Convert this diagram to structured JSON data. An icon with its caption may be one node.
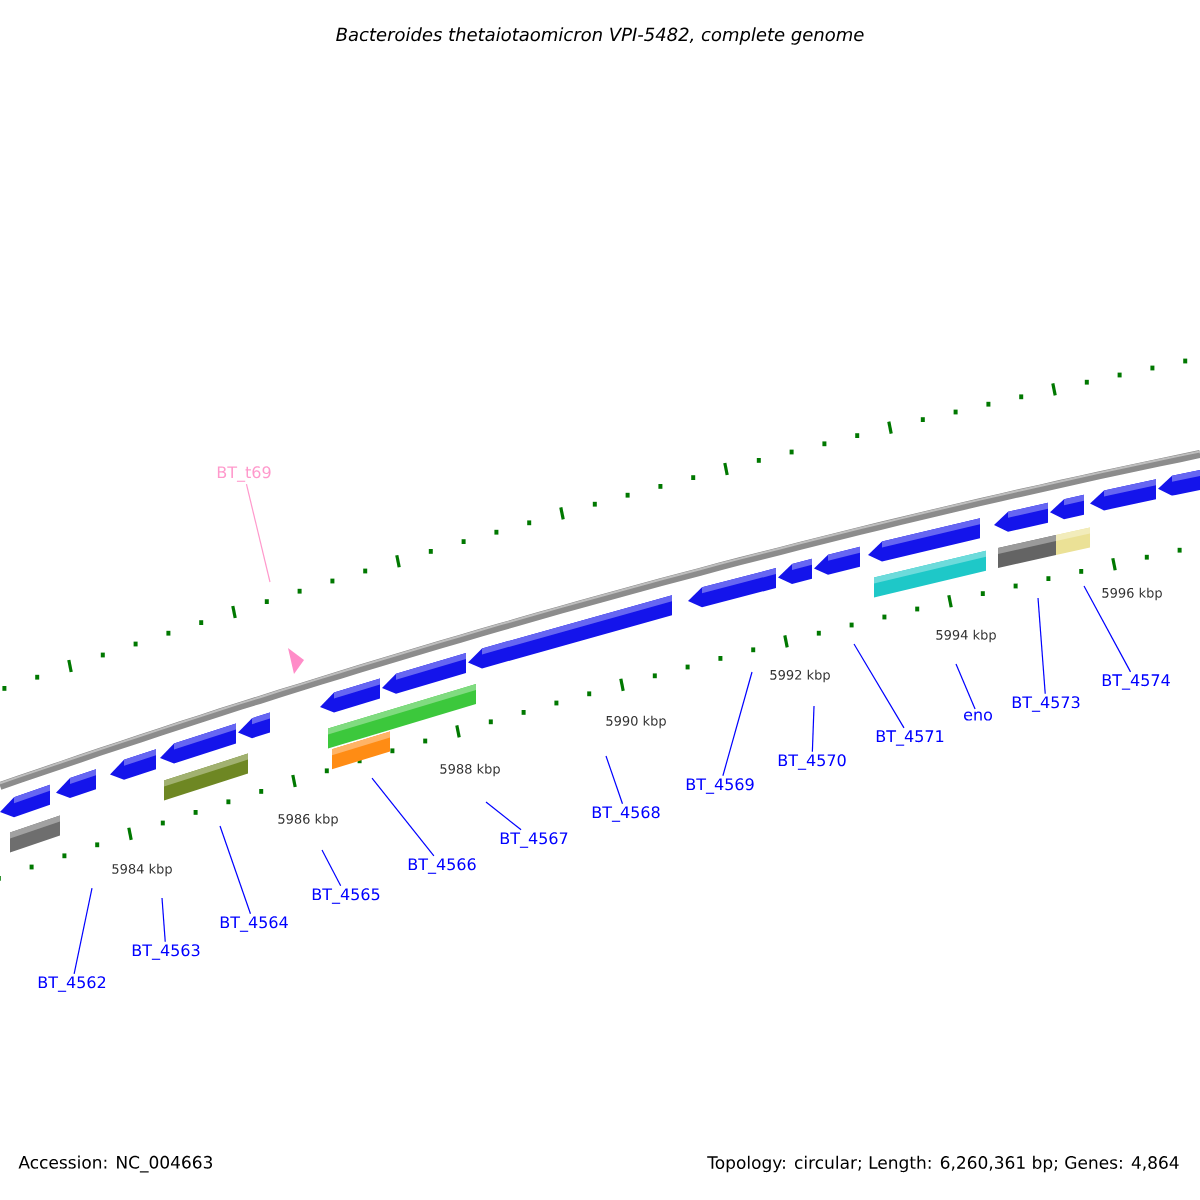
{
  "diagram": {
    "title": "Bacteroides thetaiotaomicron VPI-5482, complete genome",
    "nodes": [
      {
        "text": [
          "BT_t69"
        ]
      },
      {
        "text": [
          "BT_4562"
        ]
      },
      {
        "text": [
          "BT_4563"
        ]
      },
      {
        "text": [
          "BT_4564"
        ]
      },
      {
        "text": [
          "BT_4565"
        ]
      },
      {
        "text": [
          "BT_4566"
        ]
      },
      {
        "text": [
          "BT_4567"
        ]
      },
      {
        "text": [
          "BT_4568"
        ]
      },
      {
        "text": [
          "BT_4569"
        ]
      },
      {
        "text": [
          "BT_4570"
        ]
      },
      {
        "text": [
          "BT_4571"
        ]
      },
      {
        "text": [
          "eno"
        ]
      },
      {
        "text": [
          "BT_4573"
        ]
      },
      {
        "text": [
          "BT_4574"
        ]
      }
    ],
    "edges": [
      {
        "from": 0,
        "to": null,
        "arrow": "none",
        "color": "#ff99cc"
      },
      {
        "from": 1,
        "to": null,
        "arrow": "none"
      },
      {
        "from": 2,
        "to": null,
        "arrow": "none"
      },
      {
        "from": 3,
        "to": null,
        "arrow": "none"
      },
      {
        "from": 4,
        "to": null,
        "arrow": "none"
      },
      {
        "from": 5,
        "to": null,
        "arrow": "none"
      },
      {
        "from": 6,
        "to": null,
        "arrow": "none"
      },
      {
        "from": 7,
        "to": null,
        "arrow": "none"
      },
      {
        "from": 8,
        "to": null,
        "arrow": "none"
      },
      {
        "from": 9,
        "to": null,
        "arrow": "none"
      },
      {
        "from": 10,
        "to": null,
        "arrow": "none"
      },
      {
        "from": 11,
        "to": null,
        "arrow": "none"
      },
      {
        "from": 12,
        "to": null,
        "arrow": "none"
      },
      {
        "from": 13,
        "to": null,
        "arrow": "none"
      }
    ],
    "labels": [
      "5984 kbp",
      "5986 kbp",
      "5988 kbp",
      "5990 kbp",
      "5992 kbp",
      "5994 kbp",
      "5996 kbp",
      "Accession: NC_004663",
      "Topology: circular; Length: 6,260,361 bp; Genes: 4,864"
    ]
  }
}
